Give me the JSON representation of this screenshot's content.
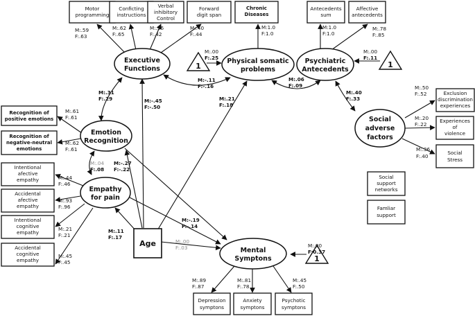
{
  "latents": {
    "executive": [
      "Executive",
      "Functions"
    ],
    "physical": [
      "Physical somatic",
      "problems"
    ],
    "psychiatric": [
      "Psychiatric",
      "Antecedents"
    ],
    "emotion": [
      "Emotion",
      "Recognition"
    ],
    "empathy": [
      "Empathy",
      "for pain"
    ],
    "mental": [
      "Mental",
      "Symptons"
    ],
    "social": [
      "Social",
      "adverse",
      "factors"
    ]
  },
  "age": "Age",
  "triangle_label": "1",
  "boxes": {
    "motor": [
      "Motor",
      "programming"
    ],
    "conflicting": [
      "Conficting",
      "instructions"
    ],
    "verbal": [
      "Verbal",
      "inhibitory",
      "Control"
    ],
    "forward": [
      "Forward",
      "digit span"
    ],
    "chronic": [
      "Chronic",
      "Diseases"
    ],
    "antecedents_sum": [
      "Antecedents",
      "sum"
    ],
    "affective_antecedents": [
      "Affective",
      "antecedents"
    ],
    "recog_pos": [
      "Recognition of",
      "positive emotions"
    ],
    "recog_neg": [
      "Recognition of",
      "negative-neutral",
      "emotions"
    ],
    "int_aff": [
      "Intentional",
      "afective",
      "empathy"
    ],
    "acc_aff": [
      "Accidental",
      "afective",
      "empathy"
    ],
    "int_cog": [
      "Intentional",
      "cognitive",
      "empathy"
    ],
    "acc_cog": [
      "Accidental",
      "cognitive",
      "empathy"
    ],
    "exclusion": [
      "Exclusion",
      "discrimination",
      "experiences"
    ],
    "violence": [
      "Experiences",
      "of",
      "violence"
    ],
    "social_stress": [
      "Social",
      "Stress"
    ],
    "support_networks": [
      "Social",
      "support",
      "networks"
    ],
    "familiar_support": [
      "Famliar",
      "support"
    ],
    "depression": [
      "Depression",
      "symptons"
    ],
    "anxiety": [
      "Anxiety",
      "symptons"
    ],
    "psychotic": [
      "Psychotic",
      "symptons"
    ]
  },
  "coefficients": {
    "motor": [
      "M:.59",
      "F:.63"
    ],
    "conflicting": [
      "M:.62",
      "F:.65"
    ],
    "verbal": [
      "M:.36",
      "F:.42"
    ],
    "forward": [
      "M:.40",
      "F:.44"
    ],
    "chronic": [
      "M:1.0",
      "F:1.0"
    ],
    "antecedents_sum": [
      "M:1.0",
      "F:1.0"
    ],
    "affective_antecedents": [
      "M:.78",
      "F:.85"
    ],
    "physical_intercept": [
      "M:.00",
      "F:.25"
    ],
    "psychiatric_intercept": [
      "M:.00",
      "F:.11"
    ],
    "exec_physical": [
      "M:-.11",
      "F:-.16"
    ],
    "psych_physical": [
      "M:.06",
      "F:.09"
    ],
    "exec_emotion": [
      "M:.31",
      "F:.29"
    ],
    "age_exec": [
      "M:-.45",
      "F:-.50"
    ],
    "age_physical": [
      "M:.21",
      "F:.18"
    ],
    "psych_social": [
      "M:.40",
      "F:.33"
    ],
    "exclusion": [
      "M:.50",
      "F:.52"
    ],
    "violence": [
      "M:.20",
      "F:.22"
    ],
    "social_stress": [
      "M:.36",
      "F:.40"
    ],
    "recog_pos": [
      "M:.61",
      "F:.61"
    ],
    "recog_neg": [
      "M:.62",
      "F:.61"
    ],
    "emotion_empathy": [
      "M:.04",
      "F:.08"
    ],
    "age_emotion": [
      "M:-.27",
      "F:-.22"
    ],
    "int_aff": [
      "M:.44",
      "F:.46"
    ],
    "acc_aff": [
      "M:.93",
      "F:.96"
    ],
    "int_cog": [
      "M:.21",
      "F:.21"
    ],
    "acc_cog": [
      "M:.45",
      "F:.45"
    ],
    "emotion_mental": [
      "M:-.19",
      "F:-.14"
    ],
    "age_empathy": [
      "M:.11",
      "F:.17"
    ],
    "age_mental": [
      "M:.00",
      "F:.03"
    ],
    "mental_intercept": [
      "M:.00",
      "F:0.37"
    ],
    "depression": [
      "M:.89",
      "F:.87"
    ],
    "anxiety": [
      "M:.81",
      "F:.78"
    ],
    "psychotic": [
      "M:.45",
      "F:.50"
    ]
  },
  "colors": {
    "ink": "#111111",
    "grey_text": "#8a8a8a"
  }
}
